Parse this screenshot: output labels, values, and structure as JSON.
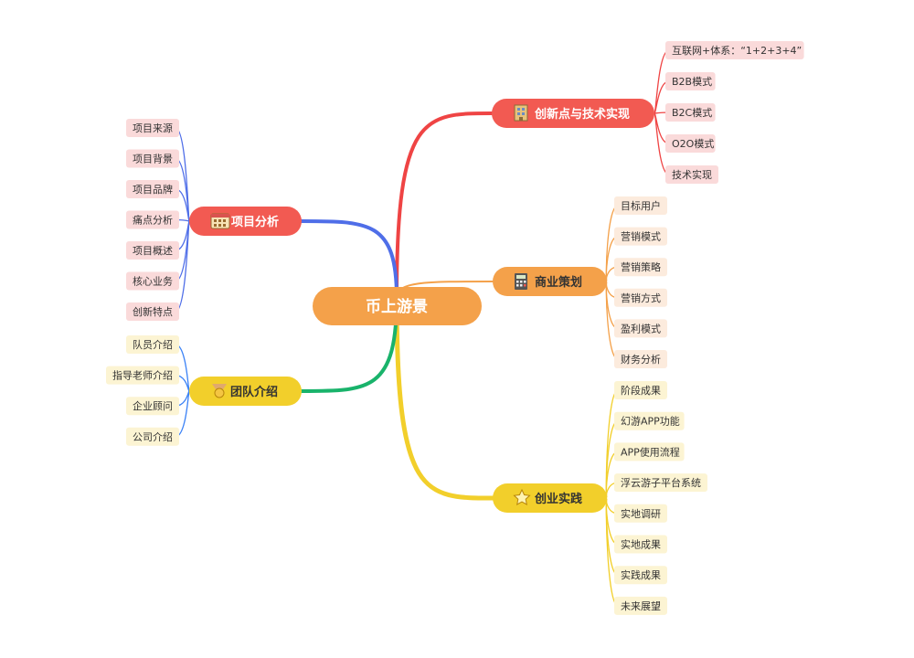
{
  "root": {
    "label": "币上游景",
    "color": "#F4A14A"
  },
  "branches": [
    {
      "id": "innovation",
      "label": "创新点与技术实现",
      "icon": "building-icon",
      "color": "#F25A52",
      "line": "#EF4444",
      "leaf_fill": "#FADADA",
      "leaf_line": "#EF4444",
      "dark": false,
      "items": [
        "互联网+体系：“1+2+3+4”",
        "B2B模式",
        "B2C模式",
        "O2O模式",
        "技术实现"
      ]
    },
    {
      "id": "business",
      "label": "商业策划",
      "icon": "calculator-icon",
      "color": "#F4A14A",
      "line": "#F4A14A",
      "leaf_fill": "#FCEBDD",
      "leaf_line": "#F4A14A",
      "dark": true,
      "items": [
        "目标用户",
        "营销模式",
        "营销策略",
        "营销方式",
        "盈利模式",
        "财务分析"
      ]
    },
    {
      "id": "practice",
      "label": "创业实践",
      "icon": "star-icon",
      "color": "#F2CF2B",
      "line": "#F2CF2B",
      "leaf_fill": "#FCF4D3",
      "leaf_line": "#F2CF2B",
      "dark": true,
      "items": [
        "阶段成果",
        "幻游APP功能",
        "APP使用流程",
        "浮云游子平台系统",
        "实地调研",
        "实地成果",
        "实践成果",
        "未来展望"
      ]
    },
    {
      "id": "analysis",
      "label": "项目分析",
      "icon": "calendar-icon",
      "color": "#F25A52",
      "line": "#4F6EE8",
      "leaf_fill": "#FADADA",
      "leaf_line": "#4F6EE8",
      "dark": false,
      "items": [
        "项目来源",
        "项目背景",
        "项目品牌",
        "痛点分析",
        "项目概述",
        "核心业务",
        "创新特点"
      ]
    },
    {
      "id": "team",
      "label": "团队介绍",
      "icon": "badge-icon",
      "color": "#F2CF2B",
      "line": "#19B36B",
      "leaf_fill": "#FCF4D3",
      "leaf_line": "#3B82F6",
      "dark": true,
      "items": [
        "队员介绍",
        "指导老师介绍",
        "企业顾问",
        "公司介绍"
      ]
    }
  ]
}
